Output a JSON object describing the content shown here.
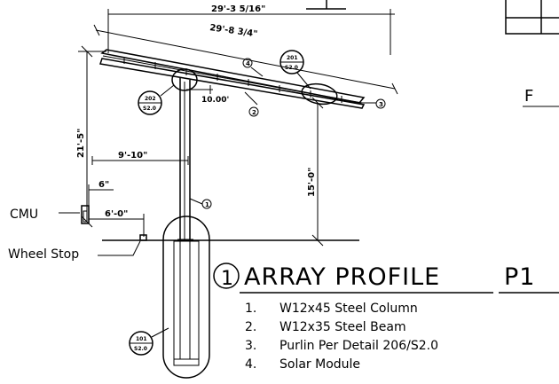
{
  "dimensions": {
    "span_outer": "29'-3 5/16\"",
    "span_inner": "29'-8 3/4\"",
    "overall_height": "21'-5\"",
    "clear_height": "15'-0\"",
    "column_offset": "9'-10\"",
    "beam_offset": "10.00'",
    "cmu_width": "6\"",
    "wheel_stop_offset": "6'-0\""
  },
  "labels": {
    "cmu": "CMU",
    "wheel_stop": "Wheel Stop",
    "partial_title": "F"
  },
  "callouts": [
    {
      "num": "1"
    },
    {
      "num": "2"
    },
    {
      "num": "3"
    },
    {
      "num": "4"
    }
  ],
  "detail_tags": {
    "purlin_detail": {
      "num": "201",
      "sheet": "S2.0"
    },
    "connection_detail": {
      "num": "202",
      "sheet": "S2.0"
    },
    "foundation_detail": {
      "num": "101",
      "sheet": "S2.0"
    }
  },
  "title_block": {
    "number": "1",
    "title": "ARRAY PROFILE",
    "scale_partial": "P1"
  },
  "notes": [
    {
      "num": "1.",
      "text": "W12x45 Steel Column"
    },
    {
      "num": "2.",
      "text": "W12x35 Steel Beam"
    },
    {
      "num": "3.",
      "text": "Purlin Per Detail 206/S2.0"
    },
    {
      "num": "4.",
      "text": "Solar Module"
    }
  ]
}
